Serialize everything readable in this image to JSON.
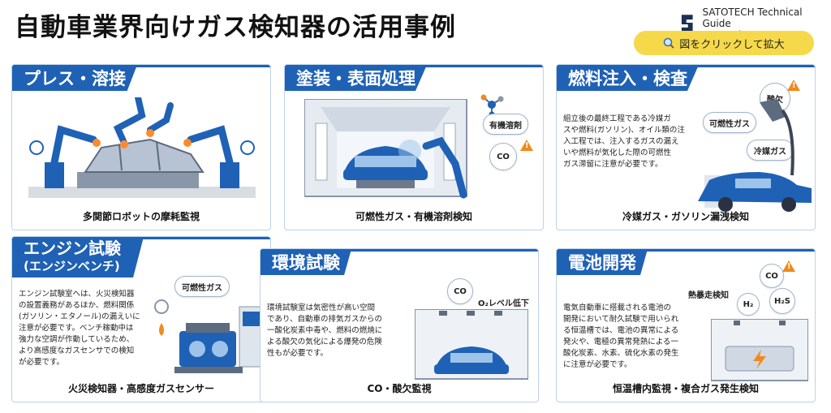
{
  "header": {
    "title": "自動車業界向けガス検知器の活用事例",
    "brand_name": "SATOTECH Technical Guide",
    "brand_url": "satotech.com",
    "zoom_label": "図をクリックして拡大"
  },
  "cards": [
    {
      "title": "プレス・溶接",
      "caption": "多関節ロボットの摩耗監視"
    },
    {
      "title": "塗装・表面処理",
      "caption": "可燃性ガス・有機溶剤検知",
      "bubbles": [
        "有機溶剤",
        "CO"
      ]
    },
    {
      "title": "燃料注入・検査",
      "caption": "冷媒ガス・ガソリン漏洩検知",
      "desc": [
        "組立後の最終工程である冷媒ガ",
        "スや燃料(ガソリン)、オイル類の注",
        "入工程では、注入するガスの漏え",
        "いや燃料が気化した際の可燃性",
        "ガス滞留に注意が必要です。"
      ],
      "bubbles": [
        "酸欠",
        "可燃性ガス",
        "冷媒ガス"
      ]
    },
    {
      "title": "エンジン試験",
      "subtitle": "(エンジンベンチ)",
      "caption": "火災検知器・高感度ガスセンサー",
      "desc": [
        "エンジン試験室へは、火災検知器",
        "の設置義務があるほか、燃料関係",
        "(ガソリン・エタノール)の漏えいに",
        "注意が必要です。ベンチ稼動中は",
        "強力な空調が作動しているため、",
        "より高感度なガスセンサでの検知",
        "が必要です。"
      ],
      "bubbles": [
        "可燃性ガス"
      ]
    },
    {
      "title": "環境試験",
      "caption": "CO・酸欠監視",
      "desc": [
        "環境試験室は気密性が高い空間",
        "であり、自動車の排気ガスからの",
        "一酸化炭素中毒や、燃料の燃焼に",
        "よる酸欠の気化による爆発の危険",
        "性もが必要です。"
      ],
      "bubbles": [
        "CO"
      ],
      "label": "O₂レベル低下"
    },
    {
      "title": "電池開発",
      "caption": "恒温槽内監視・複合ガス発生検知",
      "desc": [
        "電気自動車に搭載される電池の",
        "開発において耐久試験で用いられ",
        "る恒温槽では、電池の異常による",
        "発火や、電極の異常発熱による一",
        "酸化炭素、水素、硫化水素の発生",
        "に注意が必要です。"
      ],
      "bubbles": [
        "CO",
        "H₂",
        "H₂S"
      ],
      "label": "熱暴走検知"
    }
  ],
  "colors": {
    "header_blue": "#1f61b5",
    "accent_yellow": "#f6d94a",
    "warning_orange": "#f08a1c"
  }
}
